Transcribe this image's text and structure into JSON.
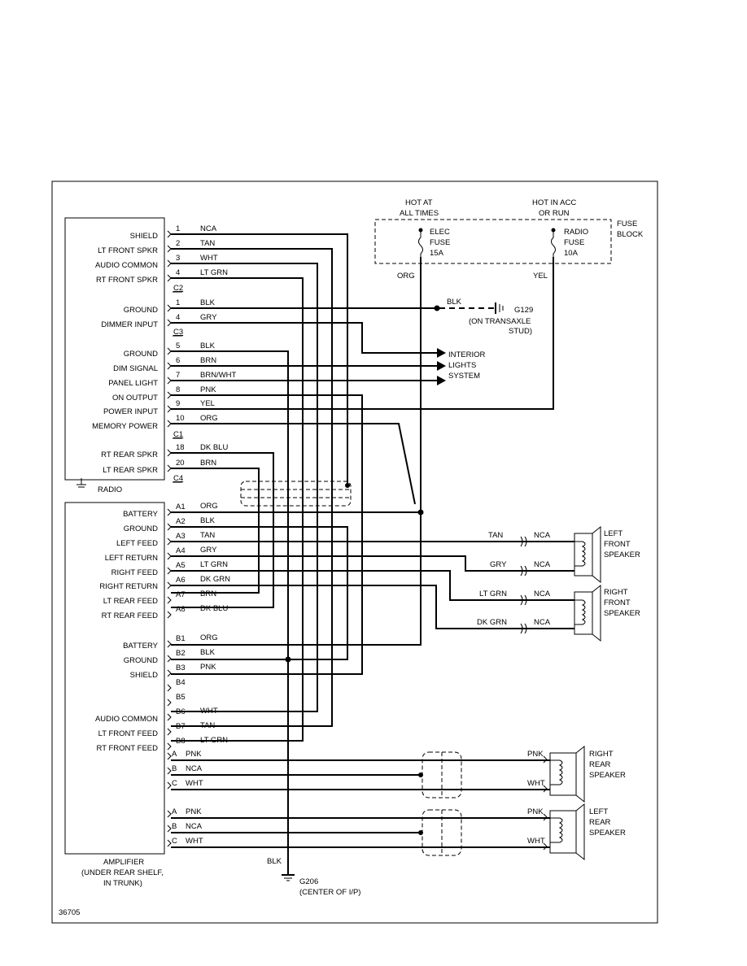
{
  "fuse_block": {
    "label_1": "FUSE",
    "label_2": "BLOCK",
    "hot_at_1": "HOT AT",
    "hot_at_2": "ALL TIMES",
    "hot_acc_1": "HOT IN ACC",
    "hot_acc_2": "OR RUN",
    "elec_fuse": [
      "ELEC",
      "FUSE",
      "15A"
    ],
    "radio_fuse": [
      "RADIO",
      "FUSE",
      "10A"
    ],
    "wire_left": "ORG",
    "wire_right": "YEL"
  },
  "radio": {
    "label": "RADIO",
    "pins": [
      {
        "name": "SHIELD",
        "pin": "1",
        "color": "NCA"
      },
      {
        "name": "LT FRONT SPKR",
        "pin": "2",
        "color": "TAN"
      },
      {
        "name": "AUDIO COMMON",
        "pin": "3",
        "color": "WHT"
      },
      {
        "name": "RT FRONT SPKR",
        "pin": "4",
        "color": "LT GRN"
      },
      {
        "name": "GROUND",
        "pin": "1",
        "color": "BLK"
      },
      {
        "name": "DIMMER INPUT",
        "pin": "4",
        "color": "GRY"
      },
      {
        "name": "GROUND",
        "pin": "5",
        "color": "BLK"
      },
      {
        "name": "DIM SIGNAL",
        "pin": "6",
        "color": "BRN"
      },
      {
        "name": "PANEL LIGHT",
        "pin": "7",
        "color": "BRN/WHT"
      },
      {
        "name": "ON OUTPUT",
        "pin": "8",
        "color": "PNK"
      },
      {
        "name": "POWER INPUT",
        "pin": "9",
        "color": "YEL"
      },
      {
        "name": "MEMORY POWER",
        "pin": "10",
        "color": "ORG"
      },
      {
        "name": "RT REAR SPKR",
        "pin": "18",
        "color": "DK BLU"
      },
      {
        "name": "LT REAR SPKR",
        "pin": "20",
        "color": "BRN"
      }
    ],
    "connectors": [
      "C2",
      "C3",
      "C1",
      "C4"
    ]
  },
  "ground_g129": {
    "wire": "BLK",
    "label": "G129",
    "note_1": "(ON TRANSAXLE",
    "note_2": "STUD)"
  },
  "interior_lights": [
    "INTERIOR",
    "LIGHTS",
    "SYSTEM"
  ],
  "amplifier": {
    "label_1": "AMPLIFIER",
    "label_2": "(UNDER REAR SHELF,",
    "label_3": "IN TRUNK)",
    "pins_a": [
      {
        "name": "BATTERY",
        "pin": "A1",
        "color": "ORG"
      },
      {
        "name": "GROUND",
        "pin": "A2",
        "color": "BLK"
      },
      {
        "name": "LEFT FEED",
        "pin": "A3",
        "color": "TAN"
      },
      {
        "name": "LEFT RETURN",
        "pin": "A4",
        "color": "GRY"
      },
      {
        "name": "RIGHT FEED",
        "pin": "A5",
        "color": "LT GRN"
      },
      {
        "name": "RIGHT RETURN",
        "pin": "A6",
        "color": "DK GRN"
      },
      {
        "name": "LT REAR FEED",
        "pin": "A7",
        "color": "BRN"
      },
      {
        "name": "RT REAR FEED",
        "pin": "A8",
        "color": "DK BLU"
      }
    ],
    "pins_b": [
      {
        "name": "BATTERY",
        "pin": "B1",
        "color": "ORG"
      },
      {
        "name": "GROUND",
        "pin": "B2",
        "color": "BLK"
      },
      {
        "name": "SHIELD",
        "pin": "B3",
        "color": "PNK"
      },
      {
        "name": "",
        "pin": "B4",
        "color": ""
      },
      {
        "name": "",
        "pin": "B5",
        "color": ""
      },
      {
        "name": "AUDIO COMMON",
        "pin": "B6",
        "color": "WHT"
      },
      {
        "name": "LT FRONT FEED",
        "pin": "B7",
        "color": "TAN"
      },
      {
        "name": "RT FRONT FEED",
        "pin": "B8",
        "color": "LT GRN"
      }
    ],
    "rear_right": [
      {
        "pin": "A",
        "color": "PNK"
      },
      {
        "pin": "B",
        "color": "NCA"
      },
      {
        "pin": "C",
        "color": "WHT"
      }
    ],
    "rear_left": [
      {
        "pin": "A",
        "color": "PNK"
      },
      {
        "pin": "B",
        "color": "NCA"
      },
      {
        "pin": "C",
        "color": "WHT"
      }
    ]
  },
  "left_front_speaker": {
    "label": [
      "LEFT",
      "FRONT",
      "SPEAKER"
    ],
    "w1": "TAN",
    "w2": "GRY",
    "nca1": "NCA",
    "nca2": "NCA"
  },
  "right_front_speaker": {
    "label": [
      "RIGHT",
      "FRONT",
      "SPEAKER"
    ],
    "w1": "LT GRN",
    "w2": "DK GRN",
    "nca1": "NCA",
    "nca2": "NCA"
  },
  "right_rear_speaker": {
    "label": [
      "RIGHT",
      "REAR",
      "SPEAKER"
    ],
    "w1": "PNK",
    "w2": "WHT"
  },
  "left_rear_speaker": {
    "label": [
      "LEFT",
      "REAR",
      "SPEAKER"
    ],
    "w1": "PNK",
    "w2": "WHT"
  },
  "ground_g206": {
    "wire": "BLK",
    "label": "G206",
    "note": "(CENTER OF I/P)"
  },
  "figure_id": "36705"
}
